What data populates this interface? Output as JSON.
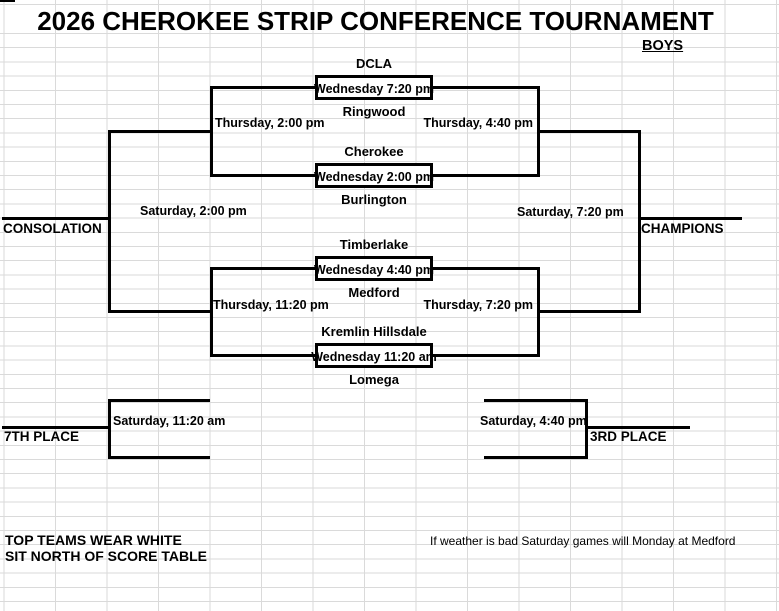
{
  "title": "2026 CHEROKEE STRIP CONFERENCE TOURNAMENT",
  "division": "BOYS",
  "bracket": {
    "first_round": [
      {
        "top_team": "DCLA",
        "time": "Wednesday 7:20 pm",
        "bottom_team": "Ringwood"
      },
      {
        "top_team": "Cherokee",
        "time": "Wednesday 2:00 pm",
        "bottom_team": "Burlington"
      },
      {
        "top_team": "Timberlake",
        "time": "Wednesday 4:40 pm",
        "bottom_team": "Medford"
      },
      {
        "top_team": "Kremlin Hillsdale",
        "time": "Wednesday 11:20 am",
        "bottom_team": "Lomega"
      }
    ],
    "consolation_semifinals": [
      {
        "time": "Thursday, 2:00 pm"
      },
      {
        "time": "Thursday, 11:20 pm"
      }
    ],
    "championship_semifinals": [
      {
        "time": "Thursday, 4:40 pm"
      },
      {
        "time": "Thursday, 7:20 pm"
      }
    ],
    "consolation_final": {
      "time": "Saturday, 2:00 pm",
      "label": "CONSOLATION"
    },
    "championship_final": {
      "time": "Saturday, 7:20 pm",
      "label": "CHAMPIONS"
    },
    "seventh_place_game": {
      "time": "Saturday, 11:20 am",
      "label": "7TH PLACE"
    },
    "third_place_game": {
      "time": "Saturday, 4:40 pm",
      "label": "3RD PLACE"
    }
  },
  "notes": {
    "line1": "TOP TEAMS WEAR WHITE",
    "line2": "SIT NORTH OF SCORE TABLE",
    "weather": "If weather is bad Saturday games will Monday at Medford"
  },
  "colors": {
    "background": "#ffffff",
    "gridline": "#dadada",
    "bracket_line": "#000000",
    "text": "#000000"
  }
}
